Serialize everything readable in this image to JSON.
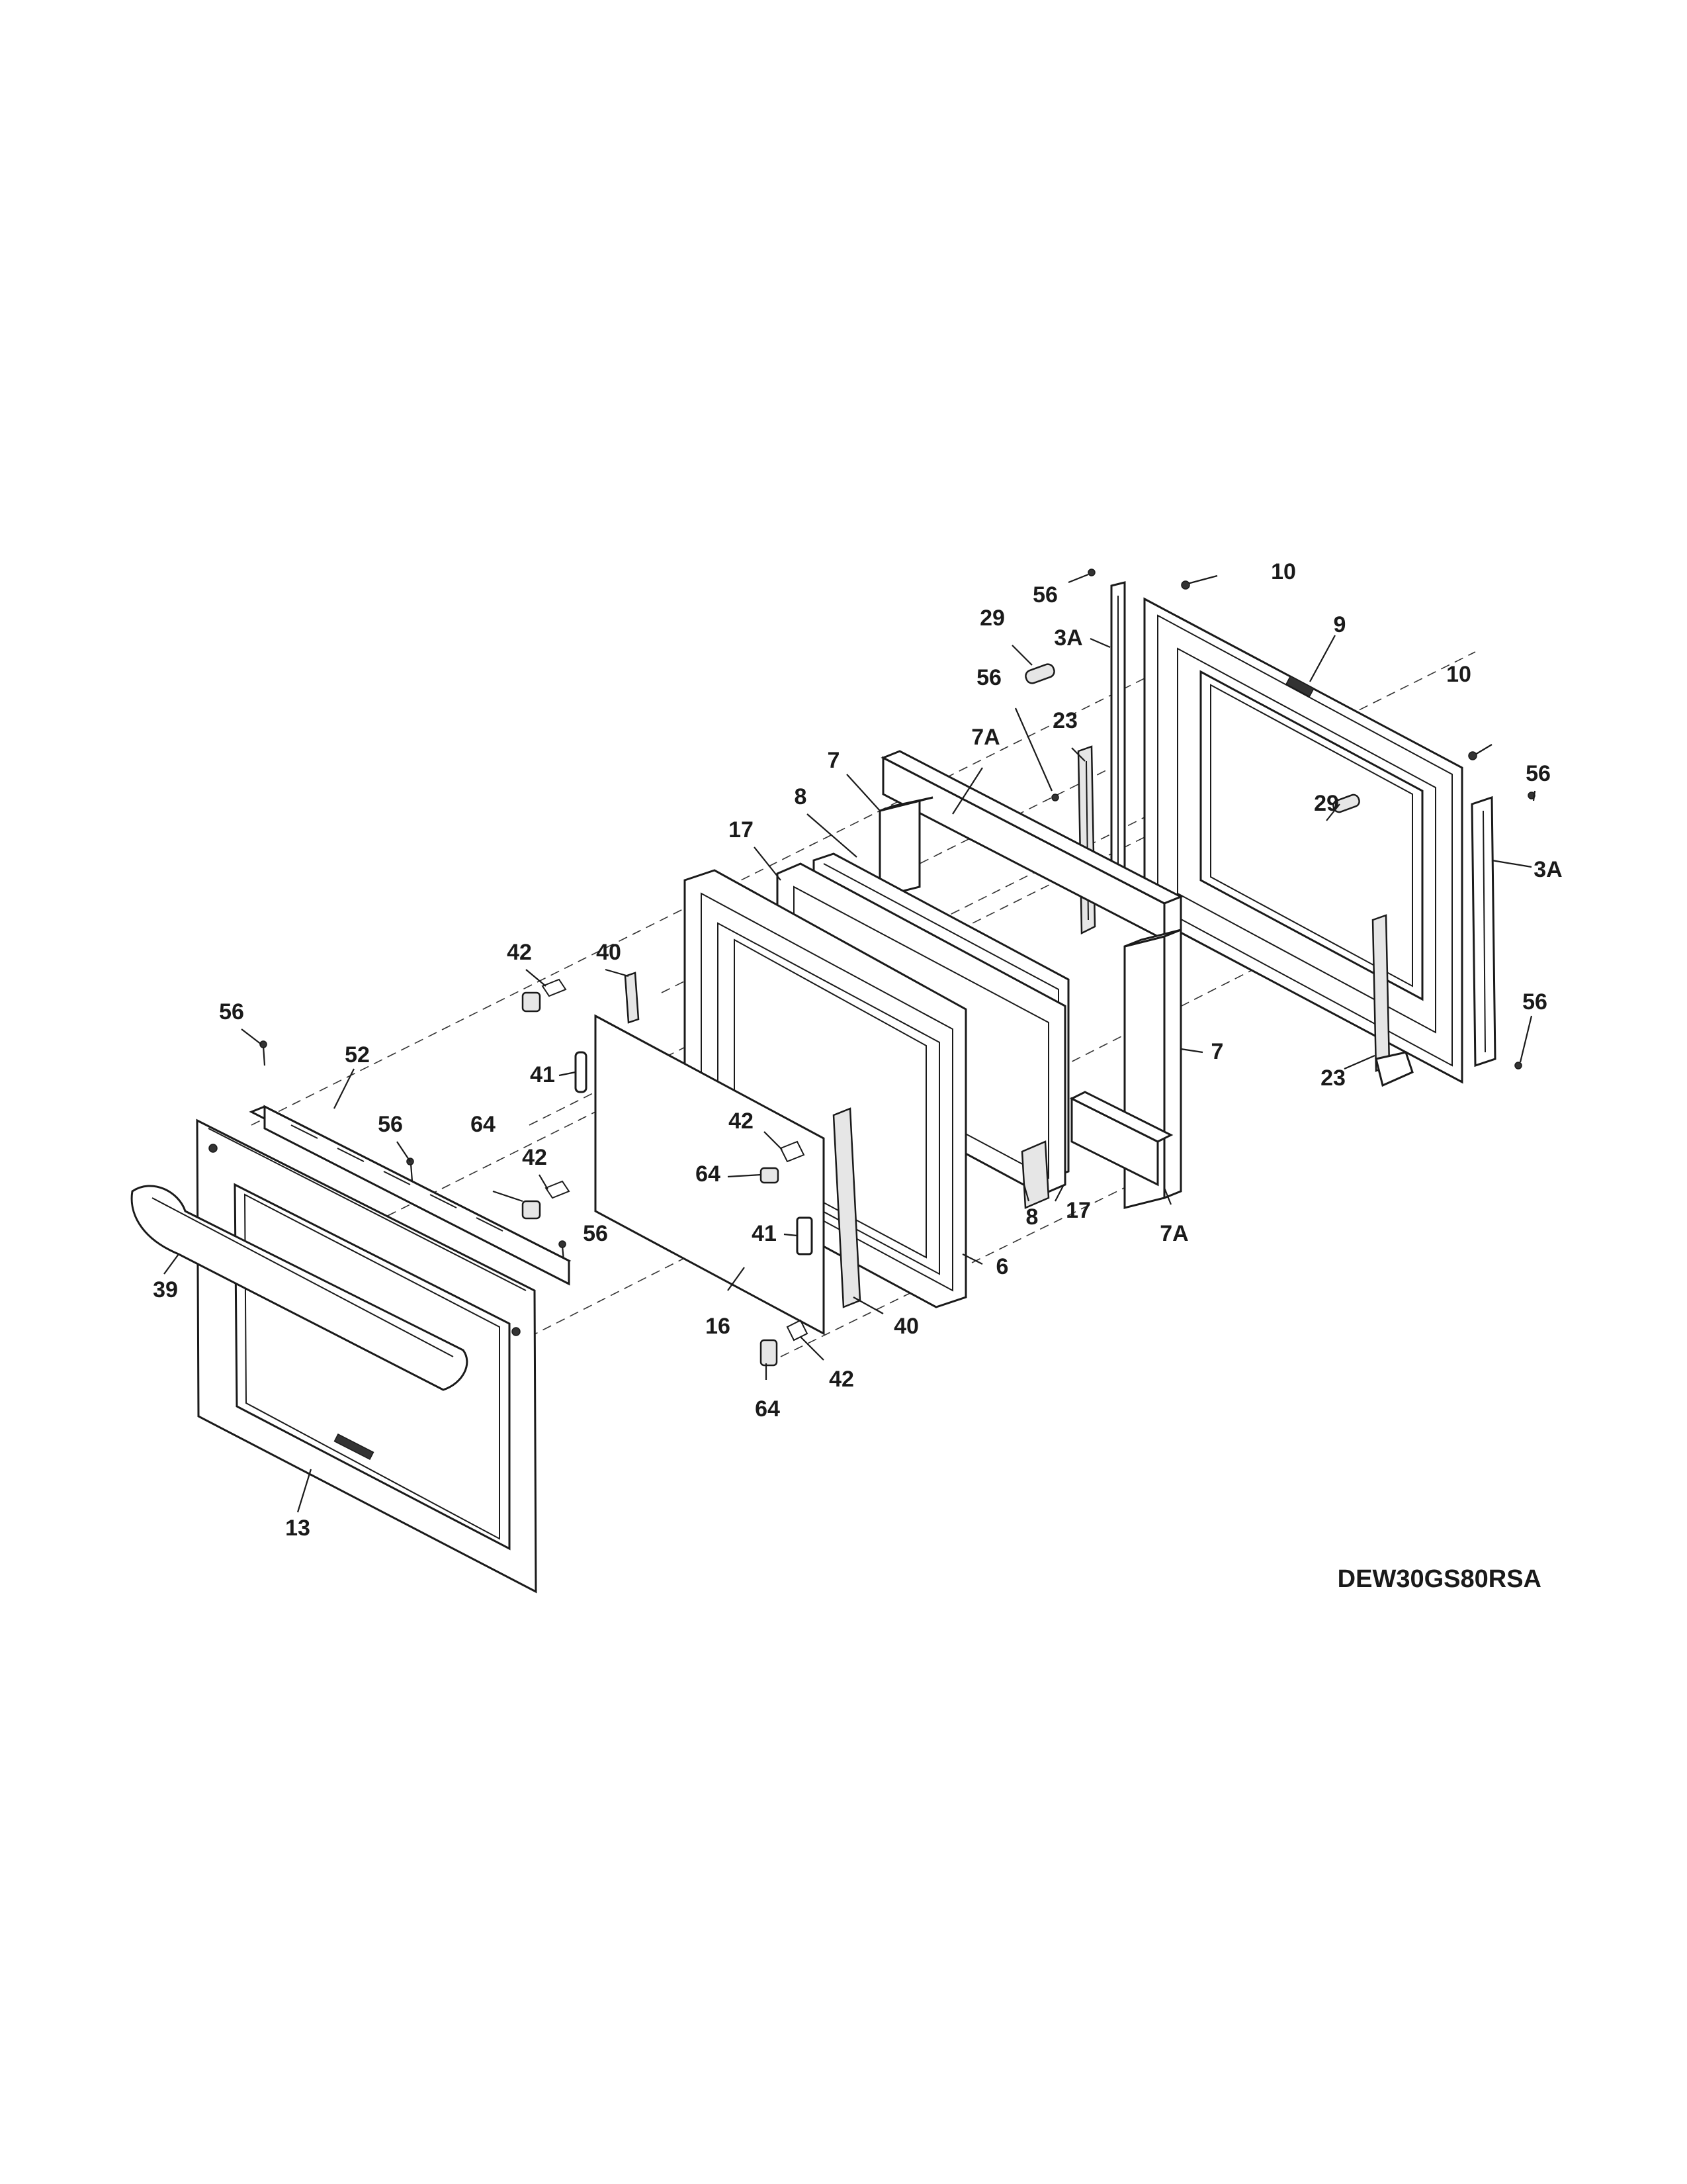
{
  "diagram": {
    "model_code": "DEW30GS80RSA",
    "labels": {
      "l56_top": "56",
      "l10_top": "10",
      "l29_top": "29",
      "l3a_top": "3A",
      "l9": "9",
      "l10_right": "10",
      "l56_mid": "56",
      "l23_top": "23",
      "l7a_top": "7A",
      "l7_top": "7",
      "l56_right_top": "56",
      "l29_right": "29",
      "l3a_right": "3A",
      "l8_top": "8",
      "l17_top": "17",
      "l42_top": "42",
      "l40_top": "40",
      "l56_left": "56",
      "l7_right": "7",
      "l56_right_bottom": "56",
      "l23_bottom": "23",
      "l52": "52",
      "l56_handle": "56",
      "l41_top": "41",
      "l64_left": "64",
      "l42_mid": "42",
      "l42_right": "42",
      "l64_mid": "64",
      "l8_bottom": "8",
      "l17_bottom": "17",
      "l7a_bottom": "7A",
      "l56_low": "56",
      "l41_mid": "41",
      "l6": "6",
      "l39": "39",
      "l16": "16",
      "l40_bottom": "40",
      "l42_bottom": "42",
      "l64_bottom": "64",
      "l13": "13"
    }
  }
}
